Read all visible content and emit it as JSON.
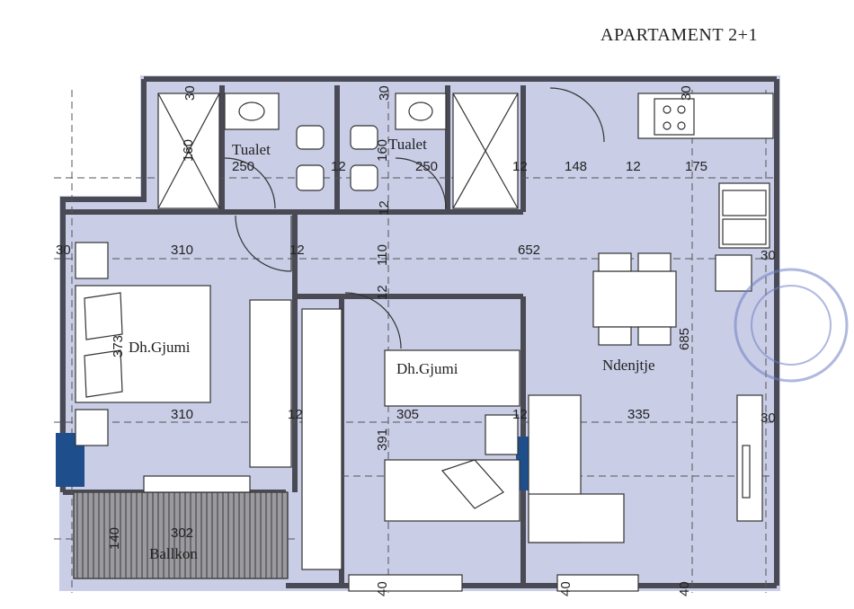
{
  "title": "APARTAMENT 2+1",
  "rooms": {
    "tualet1": "Tualet",
    "tualet2": "Tualet",
    "bedroom1": "Dh.Gjumi",
    "bedroom2": "Dh.Gjumi",
    "living": "Ndenjtje",
    "balcony": "Ballkon"
  },
  "dimensions": {
    "d30_top1": "30",
    "d30_top2": "30",
    "d30_top3": "30",
    "d160_a": "160",
    "d160_b": "160",
    "d250_a": "250",
    "d250_b": "250",
    "d12_a": "12",
    "d12_b": "12",
    "d12_c": "12",
    "d12_d": "12",
    "d148": "148",
    "d175": "175",
    "d30_left": "30",
    "d310_top": "310",
    "d12_e": "12",
    "d110": "110",
    "d652": "652",
    "d30_right1": "30",
    "d12_f": "12",
    "d373": "373",
    "d685": "685",
    "d310_bottom": "310",
    "d12_g": "12",
    "d305": "305",
    "d12_h": "12",
    "d335": "335",
    "d30_right2": "30",
    "d391": "391",
    "d302": "302",
    "d140": "140",
    "d40_a": "40",
    "d40_b": "40",
    "d40_c": "40"
  },
  "colors": {
    "floor": "#c9cde6",
    "wall": "#4a4a55",
    "column": "#1f4e8c",
    "balcony_hatch": "#777777",
    "stamp": "#6f7fc4"
  },
  "icons": [
    "toilet-icon",
    "sink-icon",
    "stove-icon",
    "bed-icon",
    "sofa-icon",
    "tv-icon",
    "stamp-icon"
  ]
}
